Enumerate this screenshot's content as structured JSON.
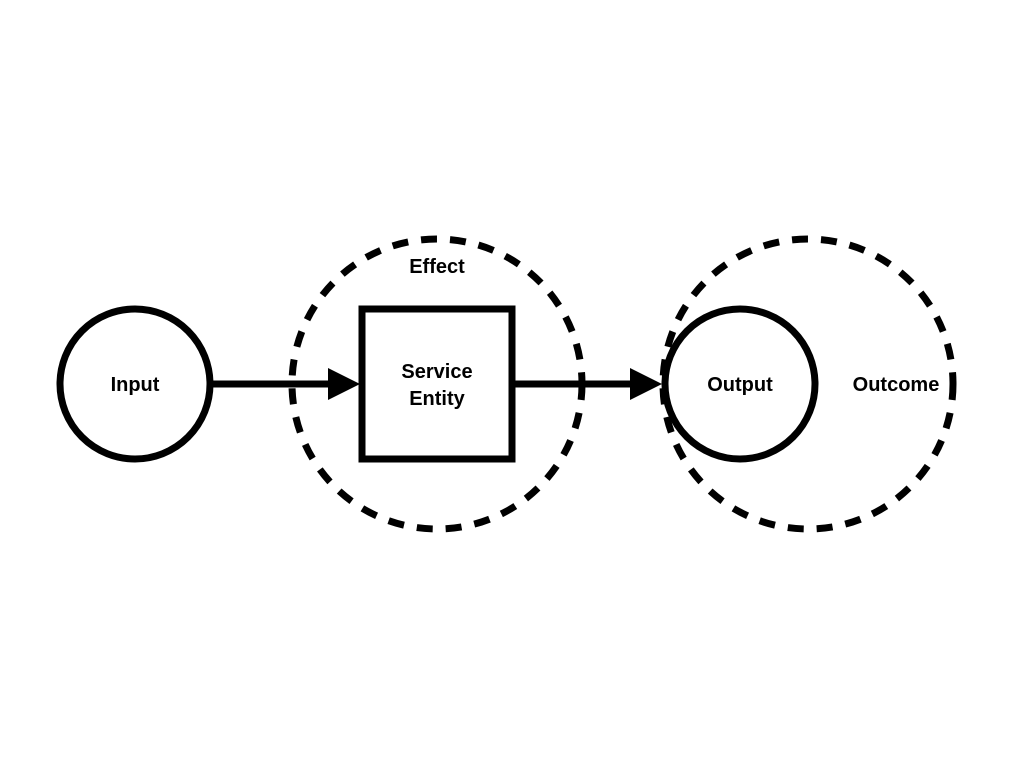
{
  "diagram": {
    "nodes": {
      "input": {
        "label": "Input"
      },
      "service": {
        "label_line1": "Service",
        "label_line2": "Entity"
      },
      "output": {
        "label": "Output"
      }
    },
    "regions": {
      "effect": {
        "label": "Effect"
      },
      "outcome": {
        "label": "Outcome"
      }
    },
    "edges": [
      {
        "from": "input",
        "to": "service"
      },
      {
        "from": "service",
        "to": "output"
      }
    ]
  },
  "colors": {
    "stroke": "#000000",
    "background": "#ffffff"
  }
}
